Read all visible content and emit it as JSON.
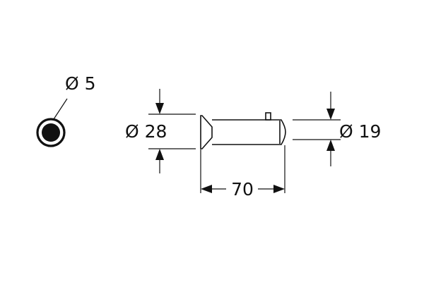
{
  "colors": {
    "ink": "#111111",
    "background": "#ffffff"
  },
  "dimensions": {
    "pin_diameter": "Ø 5",
    "flange_diameter": "Ø 28",
    "length": "70",
    "shaft_diameter": "Ø 19"
  }
}
